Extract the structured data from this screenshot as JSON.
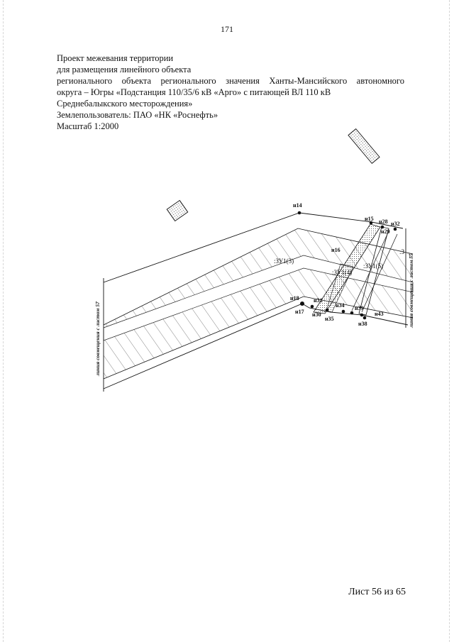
{
  "page_number": "171",
  "header": {
    "line1": "Проект межевания территории",
    "line2": "для размещения линейного объекта",
    "line3": "регионального объекта регионального значения Ханты-Мансийского автономного",
    "line4": "округа – Югры «Подстанция 110/35/6 кВ «Арго» с питающей ВЛ 110 кВ",
    "line5": "Среднебалыкского месторождения»",
    "land_user": "Землепользователь: ПАО «НК «Роснефть»",
    "scale": "Масштаб 1:2000"
  },
  "plan": {
    "points": {
      "n14": "н14",
      "n15": "н15",
      "n28": "н28",
      "n32": "н32",
      "n29": "н29",
      "n16": "н16",
      "n18": "н18",
      "n17": "н17",
      "n31": "н31",
      "n30": "н30",
      "n35": "н35",
      "n34": "н34",
      "n39": "н39",
      "n43": "н43",
      "n38": "н38"
    },
    "parcels": {
      "zu3": ":ЗУ1(3)",
      "zu4": ":ЗУ1(4)",
      "zu5": ":ЗУ1(5)",
      "zu_cut": ":З"
    },
    "match_left": "линия совмещения с листом 57",
    "match_right": "линия совмещения с листом 55"
  },
  "footer": {
    "sheet": "Лист 56 из 65"
  }
}
